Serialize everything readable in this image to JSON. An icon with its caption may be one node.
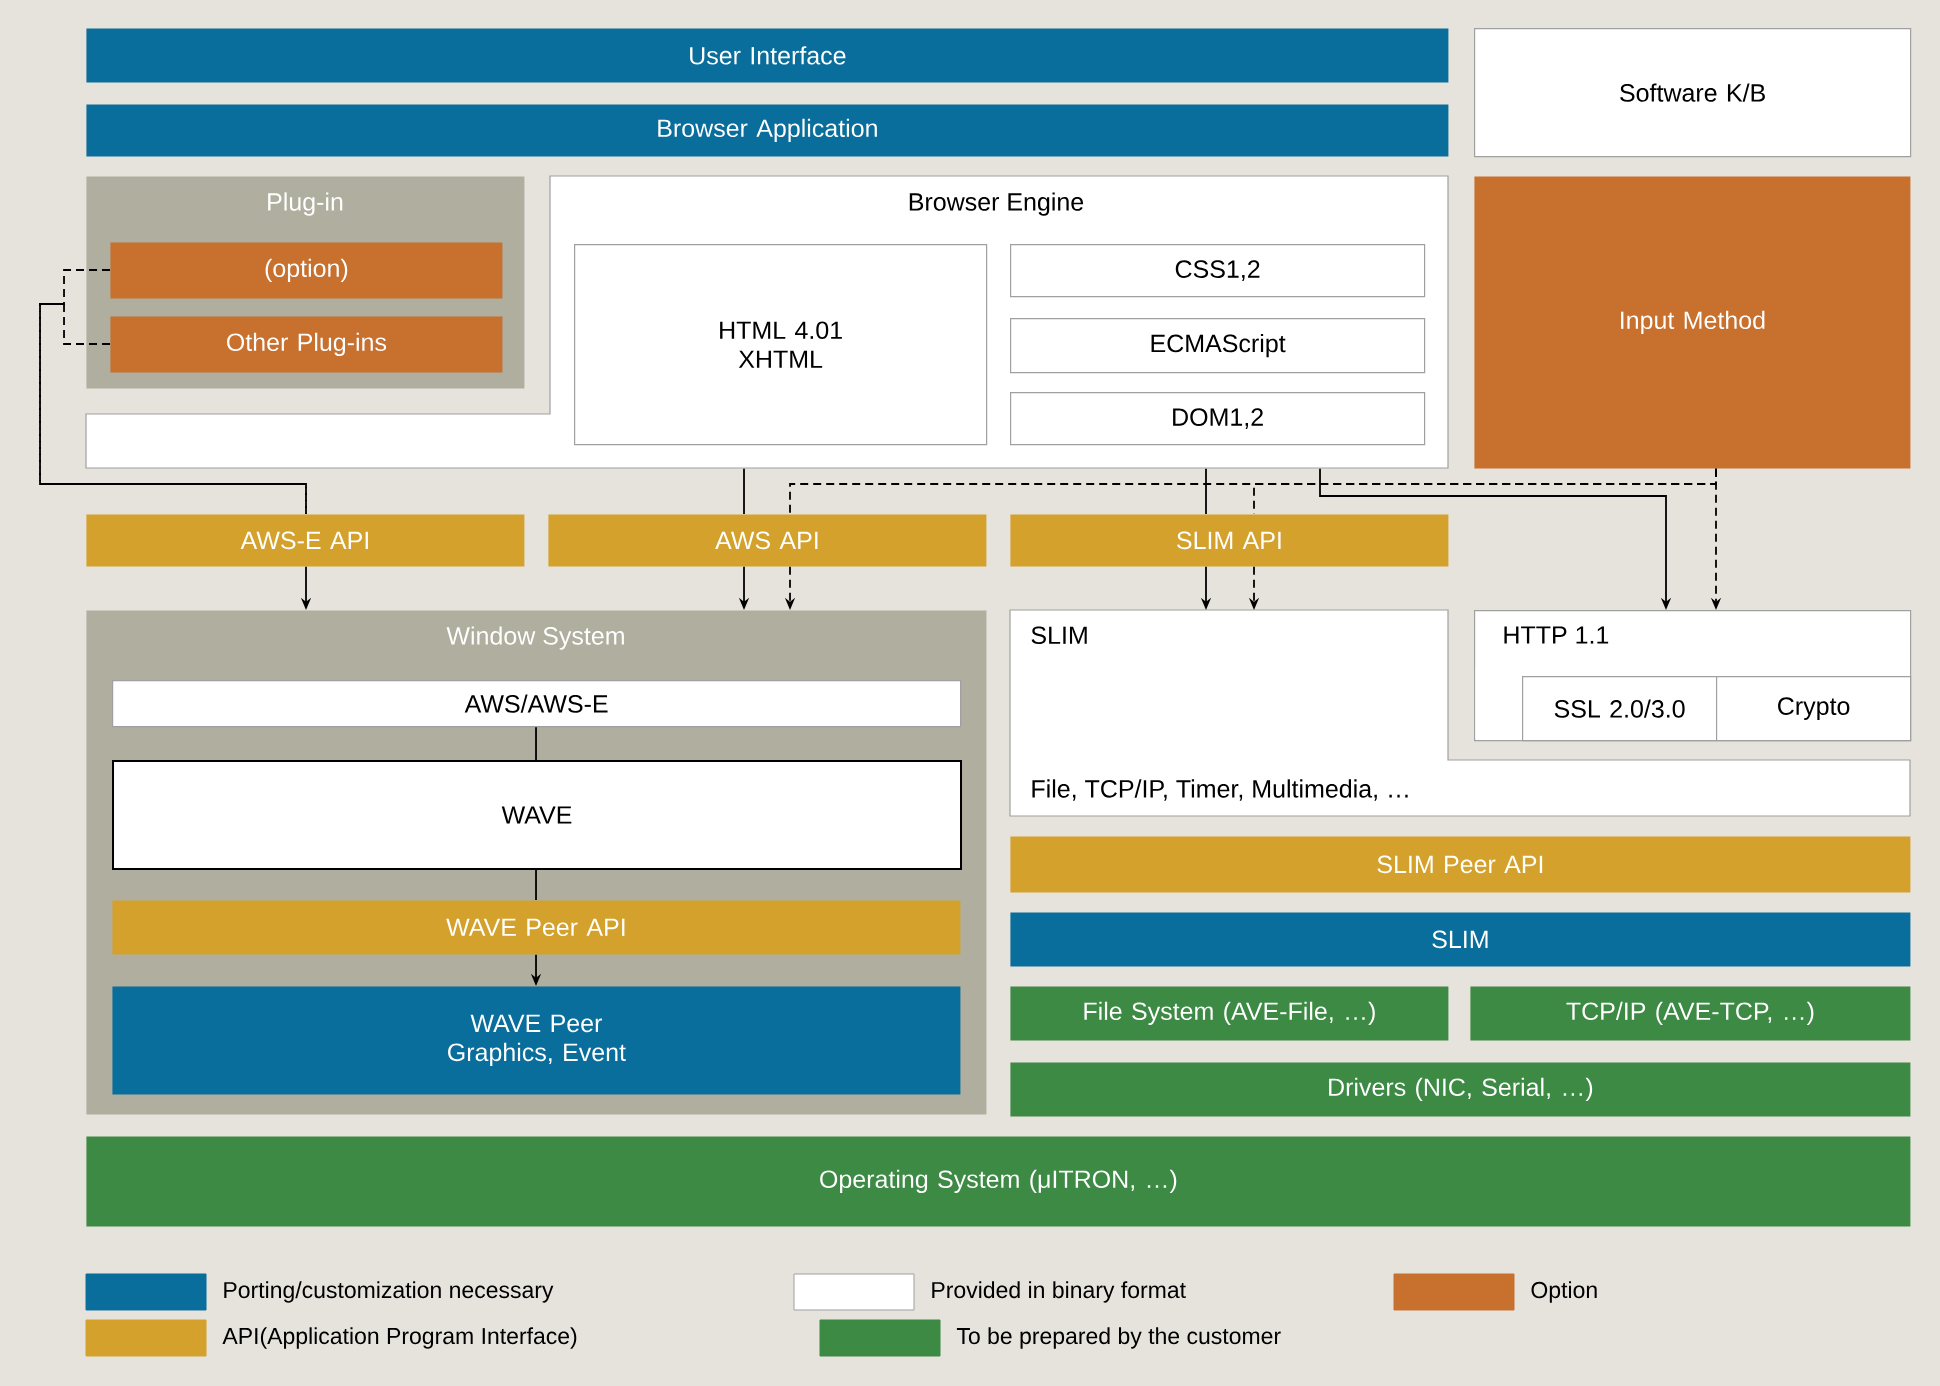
{
  "diagram": {
    "nodes": [
      {
        "text": [
          "User Interface"
        ]
      },
      {
        "text": [
          "Browser Application"
        ]
      },
      {
        "text": [
          "Software K/B"
        ]
      },
      {
        "text": [
          "Plug-in"
        ]
      },
      {
        "text": [
          "(option)"
        ],
        "in": 3
      },
      {
        "text": [
          "Other Plug-ins"
        ],
        "in": 3
      },
      {
        "text": [
          "Browser Engine"
        ]
      },
      {
        "text": [
          "HTML 4.01 XHTML"
        ],
        "in": 6
      },
      {
        "text": [
          "CSS1,2"
        ],
        "in": 6
      },
      {
        "text": [
          "ECMAScript"
        ],
        "in": 6
      },
      {
        "text": [
          "DOM1,2"
        ],
        "in": 6
      },
      {
        "text": [
          "Input Method"
        ]
      },
      {
        "text": [
          "AWS-E API"
        ]
      },
      {
        "text": [
          "AWS API"
        ]
      },
      {
        "text": [
          "SLIM API"
        ]
      },
      {
        "text": [
          "Window System"
        ]
      },
      {
        "text": [
          "AWS/AWS-E"
        ],
        "in": 15
      },
      {
        "text": [
          "WAVE"
        ],
        "in": 15
      },
      {
        "text": [
          "WAVE Peer API"
        ],
        "in": 15
      },
      {
        "text": [
          "WAVE Peer Graphics, Event"
        ],
        "in": 15
      },
      {
        "text": [
          "SLIM",
          "File, TCP/IP, Timer,  Multimedia, …"
        ]
      },
      {
        "text": [
          "HTTP 1.1"
        ]
      },
      {
        "text": [
          "SSL 2.0/3.0"
        ],
        "in": 21
      },
      {
        "text": [
          "Crypto"
        ],
        "in": 21
      },
      {
        "text": [
          "SLIM Peer API"
        ]
      },
      {
        "text": [
          "SLIM"
        ]
      },
      {
        "text": [
          "File System (AVE-File, …)"
        ]
      },
      {
        "text": [
          "TCP/IP (AVE-TCP, …)"
        ]
      },
      {
        "text": [
          "Drivers (NIC, Serial, …)"
        ]
      },
      {
        "text": [
          "Operating System (μITRON, …)"
        ]
      }
    ],
    "edges": [
      {
        "from": 4,
        "to": 12,
        "arrow": "none",
        "style": "dashed"
      },
      {
        "from": 5,
        "to": 12,
        "arrow": "none",
        "style": "dashed"
      },
      {
        "from": 12,
        "to": 15,
        "arrow": "to"
      },
      {
        "from": 6,
        "to": 13,
        "arrow": "none"
      },
      {
        "from": 13,
        "to": 15,
        "arrow": "to"
      },
      {
        "from": 11,
        "to": 13,
        "arrow": "none",
        "style": "dashed"
      },
      {
        "from": 13,
        "to": 15,
        "arrow": "to",
        "style": "dashed"
      },
      {
        "from": 6,
        "to": 14,
        "arrow": "none"
      },
      {
        "from": 14,
        "to": 20,
        "arrow": "to"
      },
      {
        "from": 11,
        "to": 14,
        "arrow": "none",
        "style": "dashed"
      },
      {
        "from": 14,
        "to": 20,
        "arrow": "to",
        "style": "dashed"
      },
      {
        "from": 6,
        "to": 21,
        "arrow": "to"
      },
      {
        "from": 11,
        "to": 21,
        "arrow": "to",
        "style": "dashed"
      },
      {
        "from": 16,
        "to": 17,
        "arrow": "none"
      },
      {
        "from": 17,
        "to": 18,
        "arrow": "none"
      },
      {
        "from": 18,
        "to": 19,
        "arrow": "to"
      }
    ],
    "legend": [
      {
        "text": "Porting/customization necessary",
        "color": "#0a6e9c"
      },
      {
        "text": "Provided in binary format",
        "color": "#ffffff"
      },
      {
        "text": "Option",
        "color": "#c8702e"
      },
      {
        "text": "API(Application Program Interface)",
        "color": "#d4a22c"
      },
      {
        "text": "To be prepared by the customer",
        "color": "#3d8a45"
      }
    ]
  }
}
